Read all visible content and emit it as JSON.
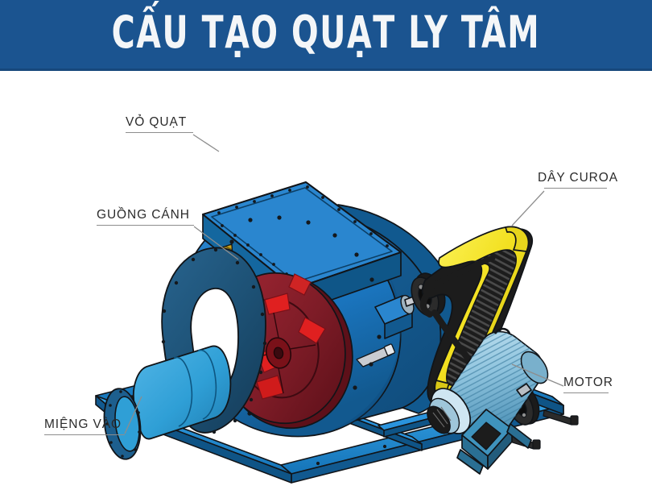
{
  "banner": {
    "title": "CẤU TẠO QUẠT LY TÂM",
    "background_color": "#1b5490",
    "text_color": "#f4f6f8"
  },
  "diagram": {
    "subject": "centrifugal-fan-exploded-labelled-diagram",
    "palette": {
      "casing_blue": "#1a74bd",
      "casing_blue_dark": "#1461a2",
      "side_plate_blue": "#1d5f8e",
      "side_plate_dark": "#17486e",
      "inlet_blue": "#2f9fd6",
      "impeller_red": "#8e1f2b",
      "impeller_red_bright": "#e02020",
      "belt_guard_yellow": "#f2e020",
      "belt_black": "#1a1a1a",
      "frame_blue": "#1f8ad6",
      "motor_blue": "#8fc4de",
      "nameplate_gold": "#c9a21a",
      "outline": "#111418"
    }
  },
  "callouts": [
    {
      "id": "vo-quat",
      "label": "VỎ QUẠT",
      "meaning": "fan-casing"
    },
    {
      "id": "guong-canh",
      "label": "GUỒNG CÁNH",
      "meaning": "impeller-wheel"
    },
    {
      "id": "day-curoa",
      "label": "DÂY CUROA",
      "meaning": "drive-belt"
    },
    {
      "id": "motor",
      "label": "MOTOR",
      "meaning": "electric-motor"
    },
    {
      "id": "mieng-vao",
      "label": "MIỆNG VÀO",
      "meaning": "air-inlet"
    }
  ]
}
